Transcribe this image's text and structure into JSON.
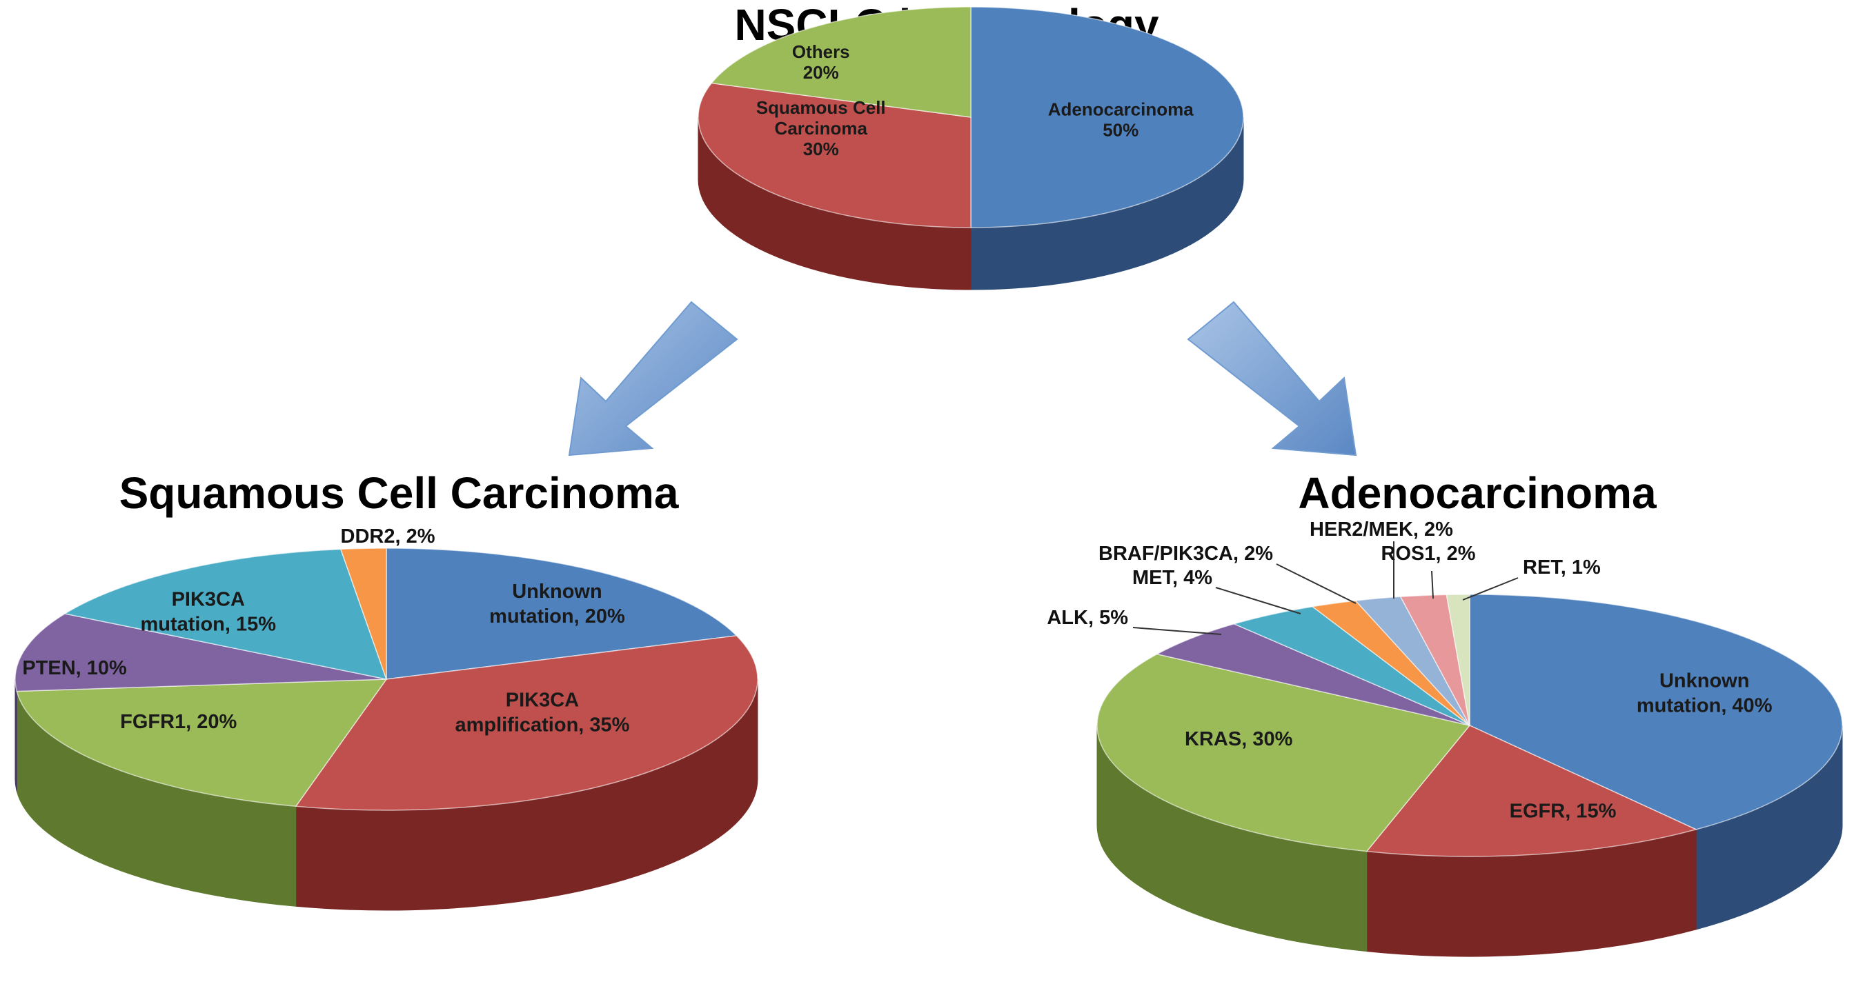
{
  "chart_data": [
    {
      "type": "pie",
      "title": "NSCLC by histology",
      "slices": [
        {
          "label": [
            "Adenocarcinoma",
            "50%"
          ],
          "value": 50,
          "color": "#4f81bd",
          "side": "#2d4d78"
        },
        {
          "label": [
            "Squamous Cell",
            "Carcinoma",
            "30%"
          ],
          "value": 30,
          "color": "#c0504d",
          "side": "#7a2624"
        },
        {
          "label": [
            "Others",
            "20%"
          ],
          "value": 20,
          "color": "#9bbb59",
          "side": "#5f7a2e"
        }
      ]
    },
    {
      "type": "pie",
      "title": "Squamous Cell Carcinoma",
      "slices": [
        {
          "label": [
            "Unknown",
            "mutation, 20%"
          ],
          "value": 20,
          "color": "#4f81bd",
          "side": "#2d4d78"
        },
        {
          "label": [
            "PIK3CA",
            "amplification, 35%"
          ],
          "value": 35,
          "color": "#c0504d",
          "side": "#7a2624"
        },
        {
          "label": [
            "FGFR1, 20%"
          ],
          "value": 20,
          "color": "#9bbb59",
          "side": "#5f7a2e"
        },
        {
          "label": [
            "PTEN, 10%"
          ],
          "value": 10,
          "color": "#8064a2",
          "side": "#4b3966"
        },
        {
          "label": [
            "PIK3CA",
            "mutation, 15%"
          ],
          "value": 15,
          "color": "#4bacc6",
          "side": "#2a6d80"
        },
        {
          "label": [
            "DDR2, 2%"
          ],
          "value": 2,
          "color": "#f79646",
          "side": "#a85a1c",
          "callout": true
        }
      ]
    },
    {
      "type": "pie",
      "title": "Adenocarcinoma",
      "slices": [
        {
          "label": [
            "Unknown",
            "mutation, 40%"
          ],
          "value": 40,
          "color": "#4f81bd",
          "side": "#2d4d78"
        },
        {
          "label": [
            "EGFR, 15%"
          ],
          "value": 15,
          "color": "#c0504d",
          "side": "#7a2624"
        },
        {
          "label": [
            "KRAS, 30%"
          ],
          "value": 30,
          "color": "#9bbb59",
          "side": "#5f7a2e"
        },
        {
          "label": [
            "ALK, 5%"
          ],
          "value": 5,
          "color": "#8064a2",
          "side": "#4b3966",
          "callout": true
        },
        {
          "label": [
            "MET, 4%"
          ],
          "value": 4,
          "color": "#4bacc6",
          "side": "#2a6d80",
          "callout": true
        },
        {
          "label": [
            "BRAF/PIK3CA, 2%"
          ],
          "value": 2,
          "color": "#f79646",
          "side": "#a85a1c",
          "callout": true
        },
        {
          "label": [
            "HER2/MEK, 2%"
          ],
          "value": 2,
          "color": "#95b3d7",
          "side": "#5a7a9e",
          "callout": true
        },
        {
          "label": [
            "ROS1, 2%"
          ],
          "value": 2,
          "color": "#e6989a",
          "side": "#9e5a5c",
          "callout": true
        },
        {
          "label": [
            "RET, 1%"
          ],
          "value": 1,
          "color": "#d7e4bd",
          "side": "#94a67a",
          "callout": true
        }
      ]
    }
  ],
  "arrow_color": "#6f9bd1"
}
